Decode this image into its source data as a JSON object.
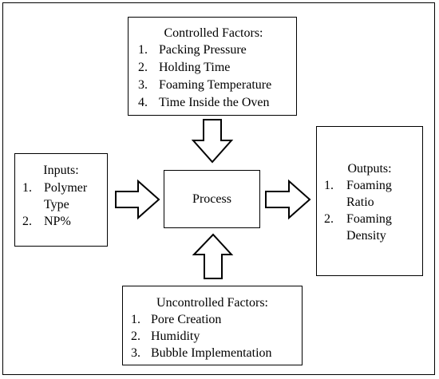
{
  "controlled": {
    "title": "Controlled Factors:",
    "items": [
      {
        "num": "1.",
        "text": "Packing Pressure"
      },
      {
        "num": "2.",
        "text": "Holding Time"
      },
      {
        "num": "3.",
        "text": "Foaming Temperature"
      },
      {
        "num": "4.",
        "text": "Time Inside the Oven"
      }
    ]
  },
  "inputs": {
    "title": "Inputs:",
    "items": [
      {
        "num": "1.",
        "line1": "Polymer",
        "line2": "Type"
      },
      {
        "num": "2.",
        "line1": "NP%"
      }
    ]
  },
  "process": {
    "label": "Process"
  },
  "outputs": {
    "title": "Outputs:",
    "items": [
      {
        "num": "1.",
        "line1": "Foaming",
        "line2": "Ratio"
      },
      {
        "num": "2.",
        "line1": "Foaming",
        "line2": "Density"
      }
    ]
  },
  "uncontrolled": {
    "title": "Uncontrolled Factors:",
    "items": [
      {
        "num": "1.",
        "text": "Pore Creation"
      },
      {
        "num": "2.",
        "text": "Humidity"
      },
      {
        "num": "3.",
        "text": "Bubble Implementation"
      }
    ]
  },
  "colors": {
    "stroke": "#000000",
    "background": "#ffffff"
  }
}
